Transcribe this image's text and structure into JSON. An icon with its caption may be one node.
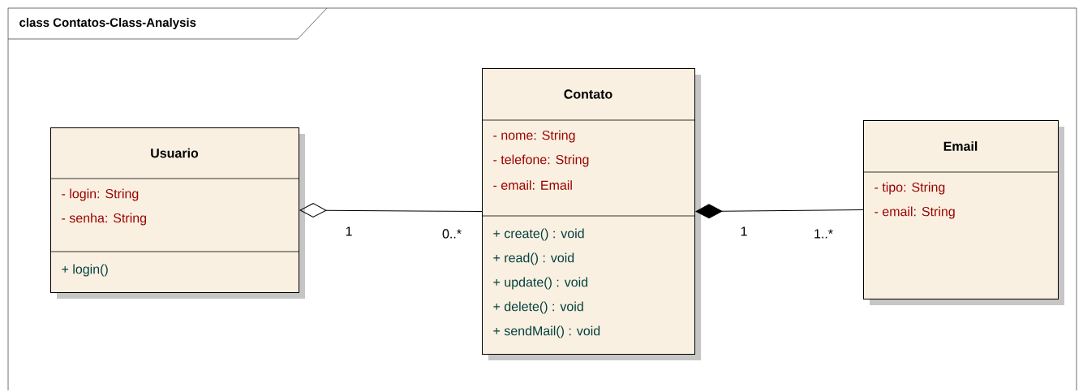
{
  "diagram": {
    "title": "class Contatos-Class-Analysis",
    "nodes": [
      {
        "text": [
          "Usuario",
          "- login: String",
          "- senha: String",
          "+ login()"
        ]
      },
      {
        "text": [
          "Contato",
          "- nome: String",
          "- telefone: String",
          "- email: Email",
          "+ create() : void",
          "+ read() : void",
          "+ update() : void",
          "+ delete() : void",
          "+ sendMail() : void"
        ]
      },
      {
        "text": [
          "Email",
          "- tipo: String",
          "- email: String"
        ]
      }
    ],
    "edges": [
      {
        "from": 0,
        "to": 1,
        "arrow": "other"
      },
      {
        "from": 1,
        "to": 2,
        "arrow": "other"
      }
    ],
    "labels": [
      "1",
      "0..*",
      "1",
      "1..*"
    ]
  }
}
